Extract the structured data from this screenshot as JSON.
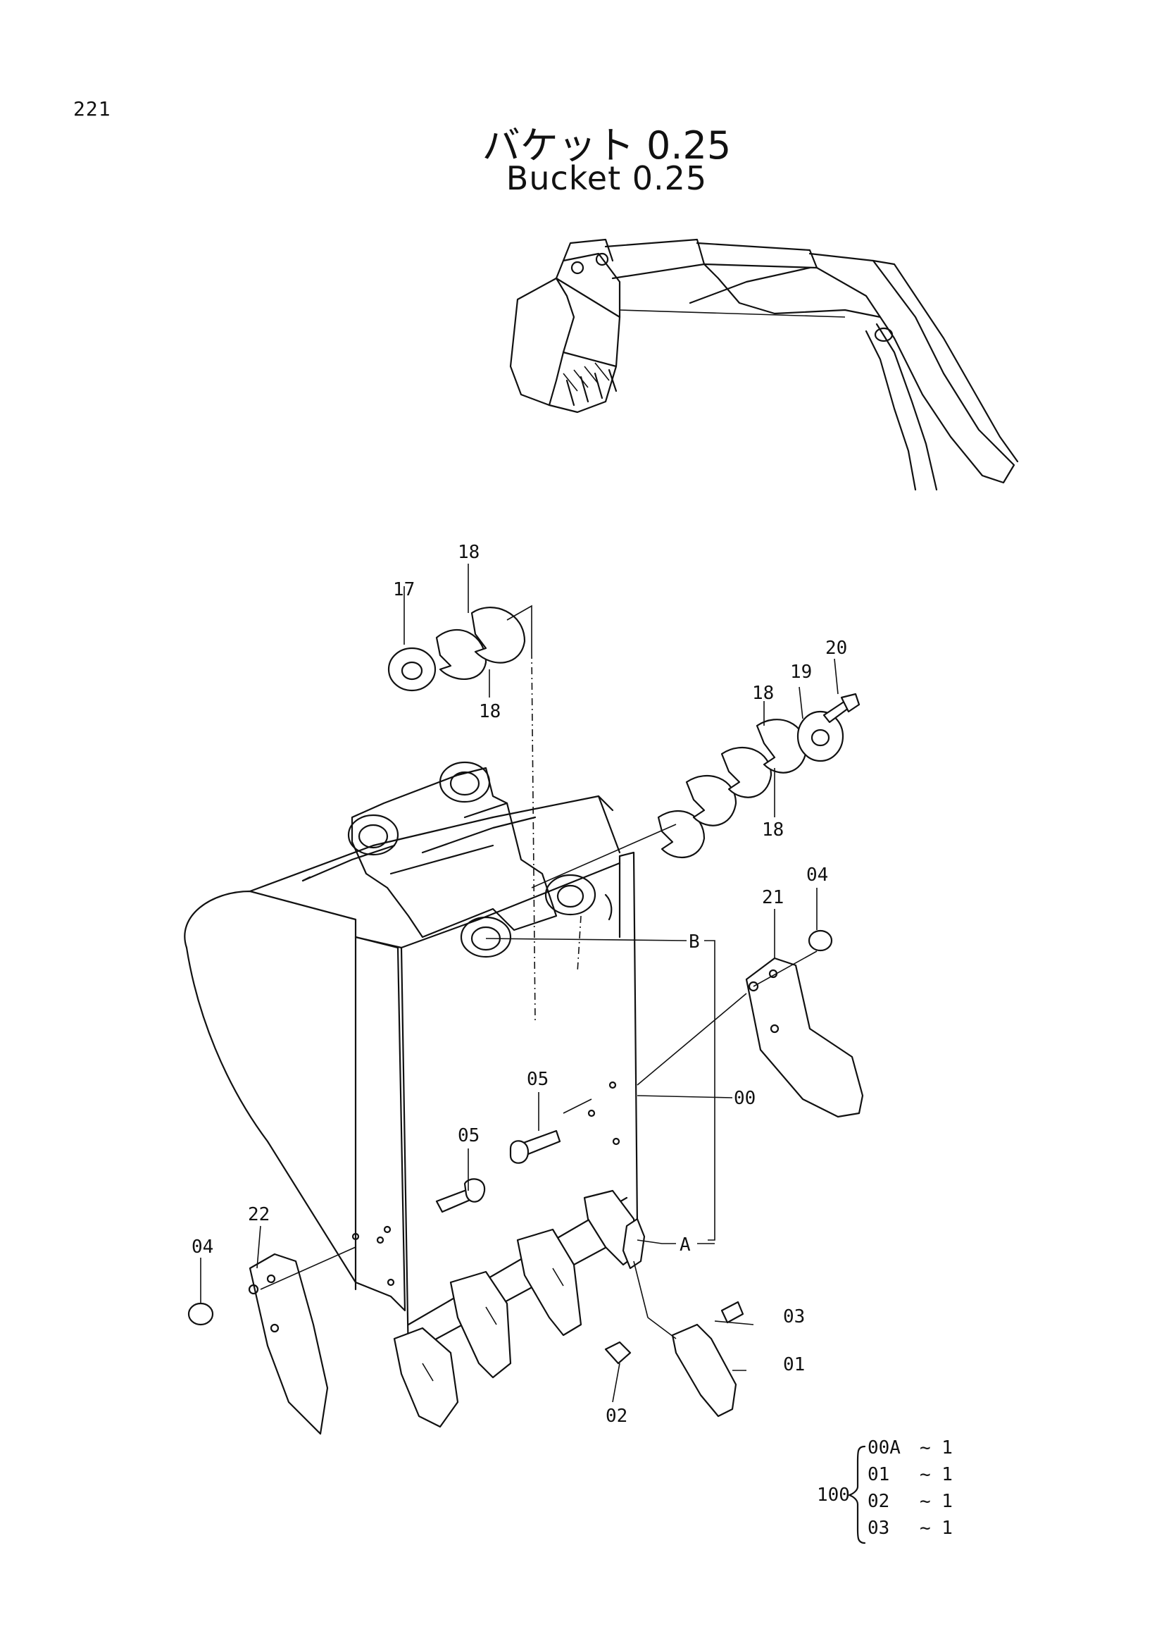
{
  "page_number": "221",
  "title_jp": "バケット 0.25",
  "title_en": "Bucket 0.25",
  "callouts": {
    "c17": "17",
    "c18_top": "18",
    "c18_mid": "18",
    "c18_right_top": "18",
    "c18_right_bottom": "18",
    "c19": "19",
    "c20": "20",
    "c04_right": "04",
    "c21": "21",
    "cB": "B",
    "c05_upper": "05",
    "c05_lower": "05",
    "c00": "00",
    "c04_left": "04",
    "c22": "22",
    "cA": "A",
    "c03": "03",
    "c01": "01",
    "c02": "02"
  },
  "kit": {
    "number": "100",
    "rows": [
      {
        "part": "00A",
        "qty": "~ 1"
      },
      {
        "part": "01",
        "qty": "~ 1"
      },
      {
        "part": "02",
        "qty": "~ 1"
      },
      {
        "part": "03",
        "qty": "~ 1"
      }
    ]
  }
}
